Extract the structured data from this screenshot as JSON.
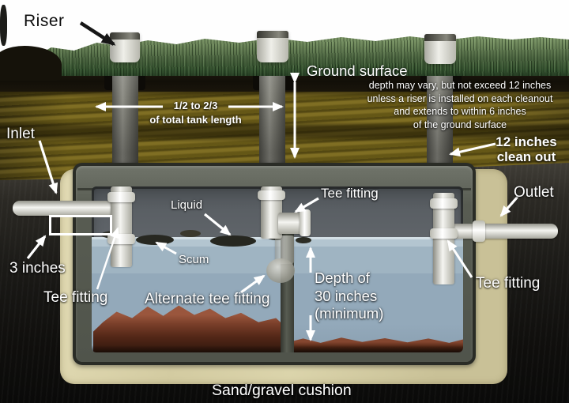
{
  "labels": {
    "riser": "Riser",
    "ground_surface": "Ground surface",
    "depth_note": [
      "depth may vary, but not exceed 12 inches",
      "unless a riser is installed on each cleanout",
      "and extends to within 6 inches",
      "of the ground surface"
    ],
    "tank_length": [
      "1/2 to 2/3",
      "of total tank length"
    ],
    "inlet": "Inlet",
    "clean_out": [
      "12 inches",
      "clean out"
    ],
    "outlet": "Outlet",
    "three_inches": "3 inches",
    "tee_fitting_inlet": "Tee fitting",
    "liquid": "Liquid",
    "scum": "Scum",
    "alternate_tee_fitting": "Alternate tee fitting",
    "tee_fitting_center": "Tee fitting",
    "depth_minimum": [
      "Depth of",
      "30 inches",
      "(minimum)"
    ],
    "tee_fitting_outlet": "Tee fitting",
    "sand_gravel_cushion": "Sand/gravel cushion"
  },
  "colors": {
    "grass": "#4e6742",
    "olive-soil": "#75651a",
    "dark-soil": "#1b1a17",
    "cushion": "#d3cba1",
    "concrete": "#585c52",
    "headspace": "#5a5f64",
    "liquid": "#93a9ba",
    "sludge": "#7a3f2a",
    "pipe": "#f5f5f1",
    "label-text": "#ffffff"
  }
}
